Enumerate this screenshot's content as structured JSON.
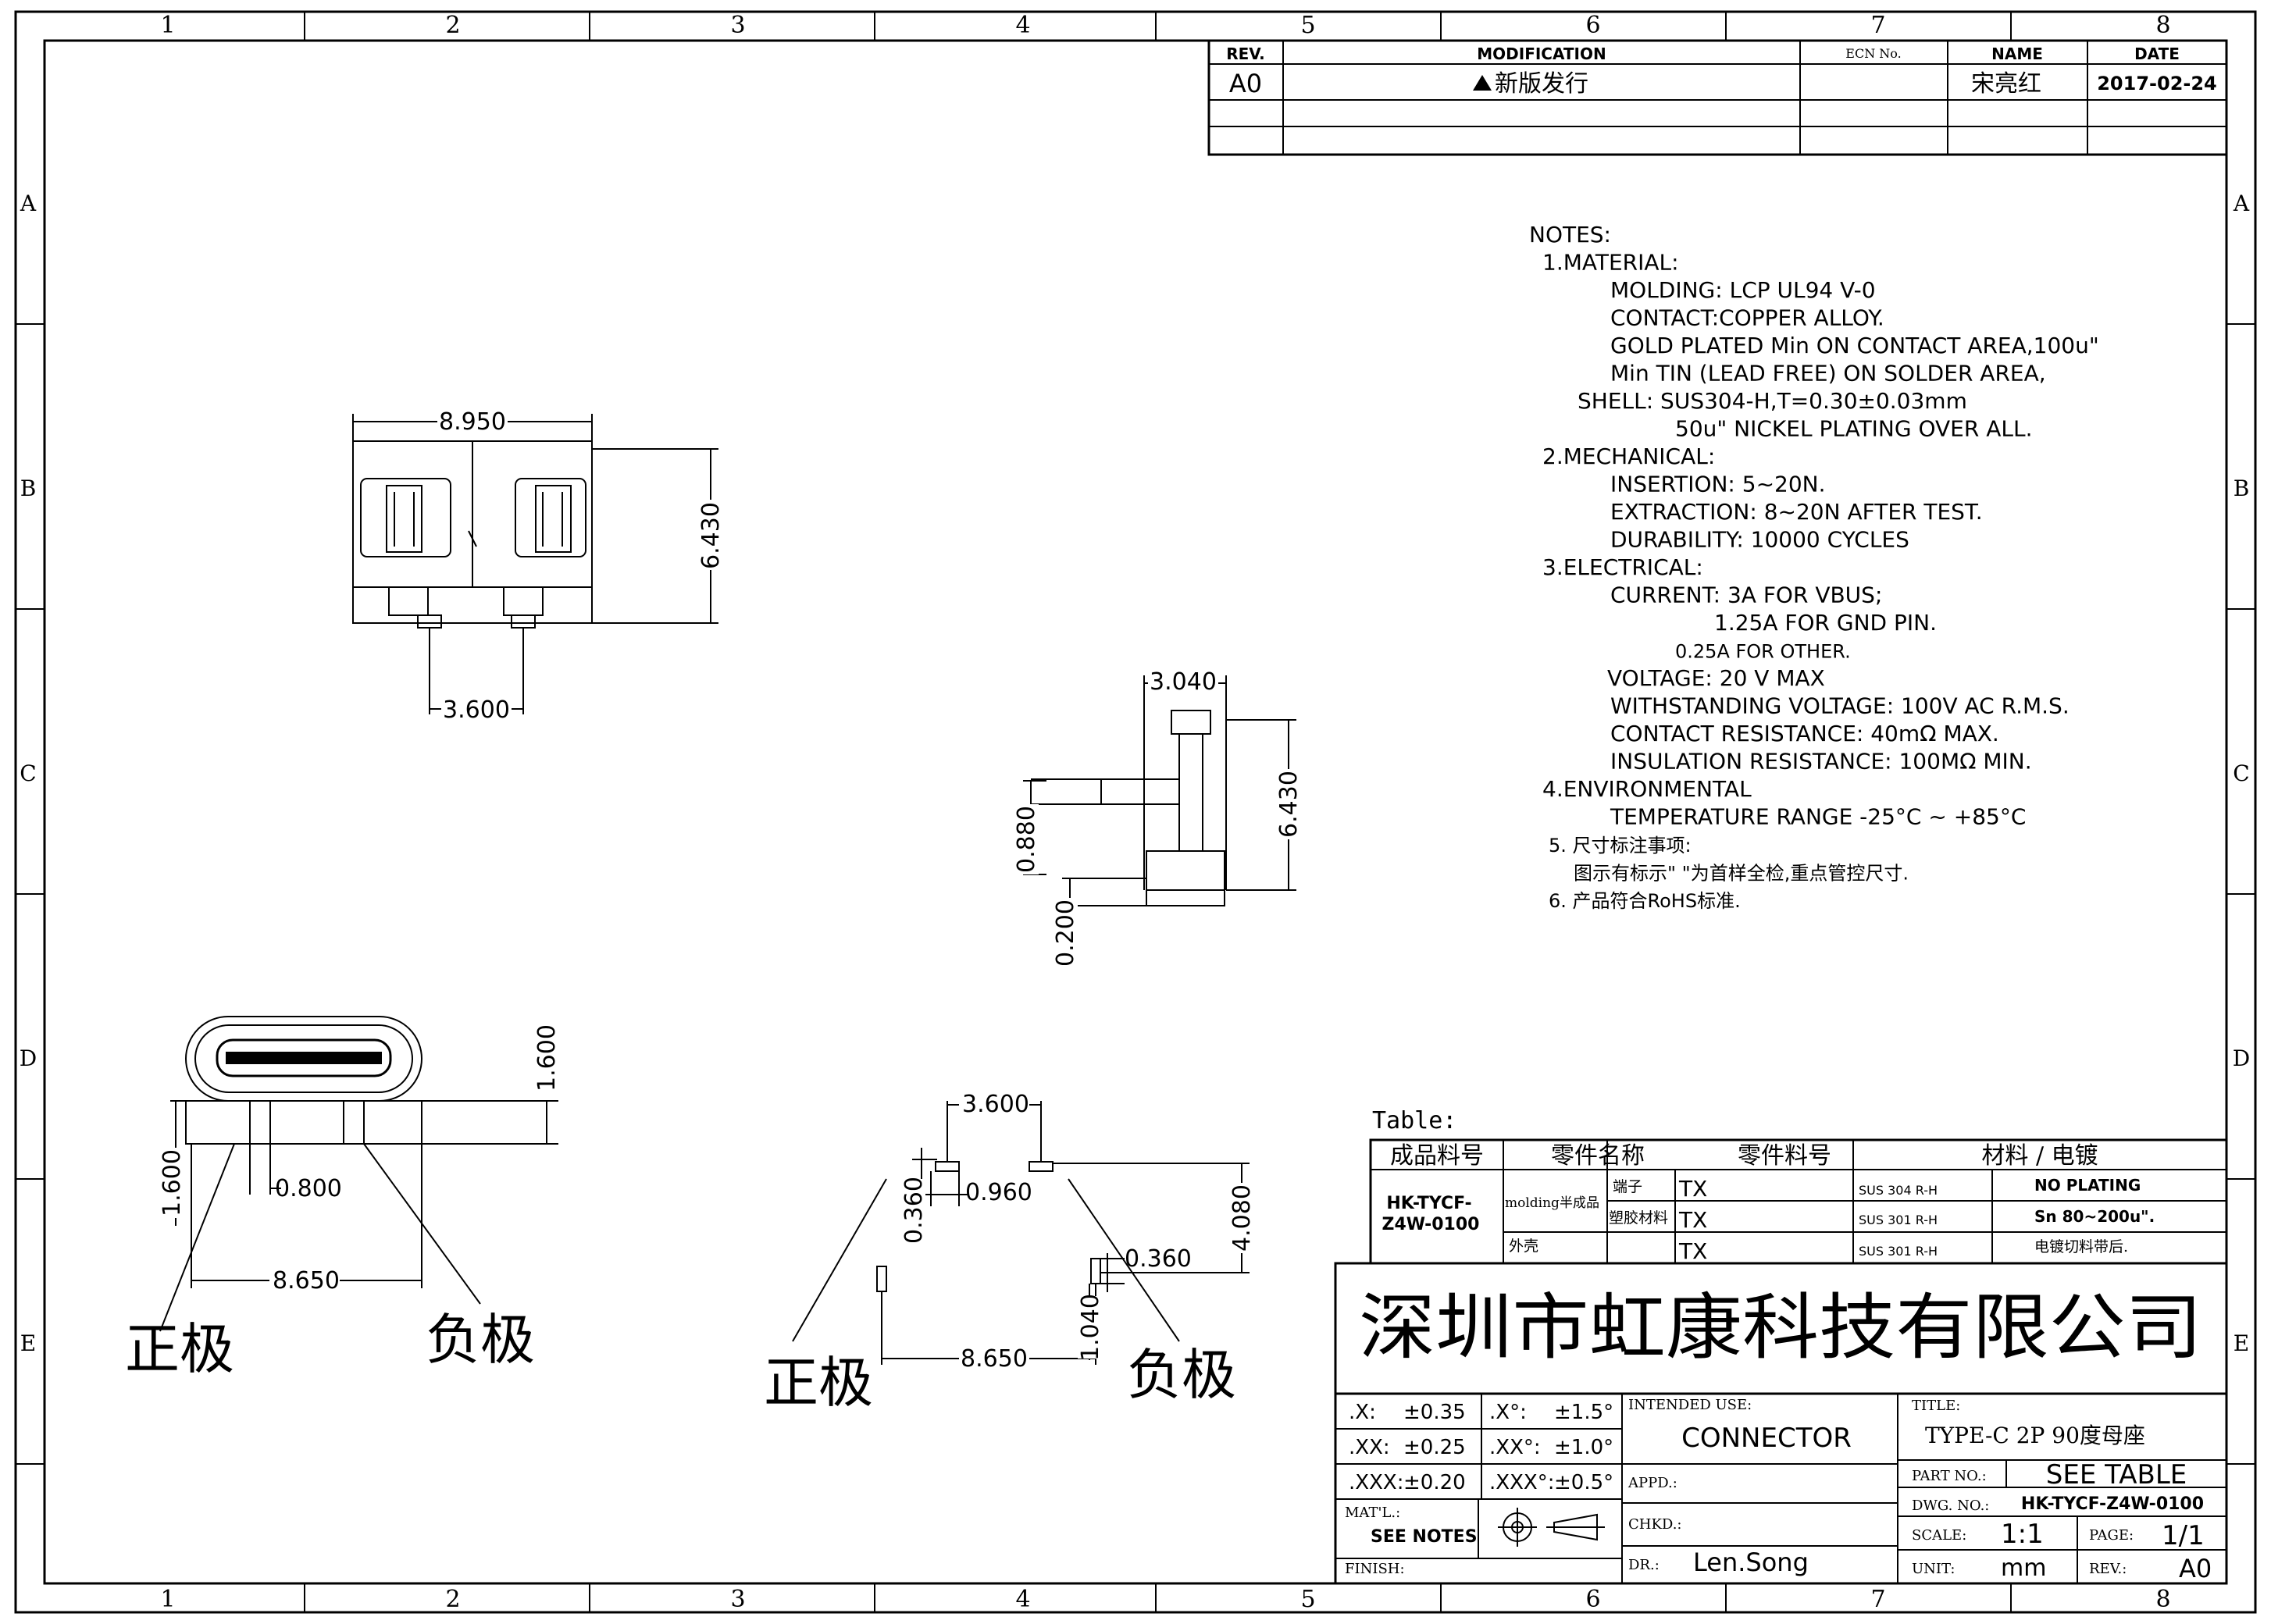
{
  "frame": {
    "cols": [
      "1",
      "2",
      "3",
      "4",
      "5",
      "6",
      "7",
      "8"
    ],
    "rows": [
      "A",
      "B",
      "C",
      "D",
      "E"
    ]
  },
  "revision_block": {
    "headers": {
      "rev": "REV.",
      "modification": "MODIFICATION",
      "ecn": "ECN No.",
      "name": "NAME",
      "date": "DATE"
    },
    "row": {
      "rev": "A0",
      "modification": "新版发行",
      "ecn": "",
      "name": "宋亮红",
      "date": "2017-02-24"
    }
  },
  "notes": [
    "NOTES:",
    "1.MATERIAL:",
    "MOLDING: LCP UL94 V-0",
    "CONTACT:COPPER ALLOY.",
    "GOLD PLATED Min ON CONTACT AREA,100u\"",
    "Min TIN (LEAD FREE) ON SOLDER AREA,",
    "SHELL: SUS304-H,T=0.30±0.03mm",
    "50u\" NICKEL PLATING OVER ALL.",
    "2.MECHANICAL:",
    "INSERTION: 5~20N.",
    "EXTRACTION: 8~20N AFTER TEST.",
    "DURABILITY: 10000 CYCLES",
    "3.ELECTRICAL:",
    "CURRENT: 3A FOR VBUS;",
    "1.25A FOR GND PIN.",
    "0.25A FOR OTHER.",
    "VOLTAGE: 20 V MAX",
    "WITHSTANDING VOLTAGE: 100V AC R.M.S.",
    "CONTACT RESISTANCE: 40mΩ MAX.",
    "INSULATION RESISTANCE: 100MΩ MIN.",
    "4.ENVIRONMENTAL",
    "TEMPERATURE RANGE -25°C ~ +85°C",
    "5. 尺寸标注事项:",
    "图示有标示\" \"为首样全检,重点管控尺寸.",
    "6. 产品符合RoHS标准."
  ],
  "dimensions": {
    "top_width": "8.950",
    "top_height": "6.430",
    "top_pitch": "3.600",
    "side_width": "3.040",
    "side_height": "6.430",
    "side_offset": "0.880",
    "side_base": "0.200",
    "front_h": "1.600",
    "front_h2": "1.600",
    "front_pin": "0.800",
    "front_span": "8.650",
    "pcb_pitch": "3.600",
    "pcb_pad_w": "0.960",
    "pcb_pad_h": "0.360",
    "pcb_height": "4.080",
    "pcb_pad_h2": "0.360",
    "pcb_slot": "1.040",
    "pcb_span": "8.650"
  },
  "polarity": {
    "positive": "正极",
    "negative": "负极"
  },
  "parts_table": {
    "label": "Table:",
    "headers": [
      "成品料号",
      "零件名称",
      "零件料号",
      "材料 / 电镀"
    ],
    "product_no": "HK-TYCF-\nZ4W-0100",
    "product_no_l1": "HK-TYCF-",
    "product_no_l2": "Z4W-0100",
    "group": "molding半成品",
    "rows": [
      {
        "name": "端子",
        "pn": "TX",
        "mat": "SUS 304 R-H",
        "plating": "NO PLATING"
      },
      {
        "name": "塑胶材料",
        "pn": "TX",
        "mat": "SUS 301 R-H",
        "plating": "Sn 80~200u\"."
      },
      {
        "name": "外壳",
        "pn": "TX",
        "mat": "SUS 301 R-H",
        "plating": "电镀切料带后."
      }
    ]
  },
  "title_block": {
    "company": "深圳市虹康科技有限公司",
    "tolerances": [
      [
        ".X:",
        "±0.35",
        ".X°:",
        "±1.5°"
      ],
      [
        ".XX:",
        "±0.25",
        ".XX°:",
        "±1.0°"
      ],
      [
        ".XXX:",
        "±0.20",
        ".XXX°:",
        "±0.5°"
      ]
    ],
    "intended_use_label": "INTENDED USE:",
    "intended_use": "CONNECTOR",
    "title_label": "TITLE:",
    "title": "TYPE-C 2P 90度母座",
    "appd_label": "APPD.:",
    "chkd_label": "CHKD.:",
    "dr_label": "DR.:",
    "drawer": "Len.Song",
    "matl_label": "MAT'L.:",
    "matl": "SEE NOTES",
    "finish_label": "FINISH:",
    "part_no_label": "PART NO.:",
    "part_no": "SEE TABLE",
    "dwg_no_label": "DWG. NO.:",
    "dwg_no": "HK-TYCF-Z4W-0100",
    "scale_label": "SCALE:",
    "scale": "1:1",
    "page_label": "PAGE:",
    "page": "1/1",
    "unit_label": "UNIT:",
    "unit": "mm",
    "rev_label": "REV.:",
    "rev": "A0"
  }
}
